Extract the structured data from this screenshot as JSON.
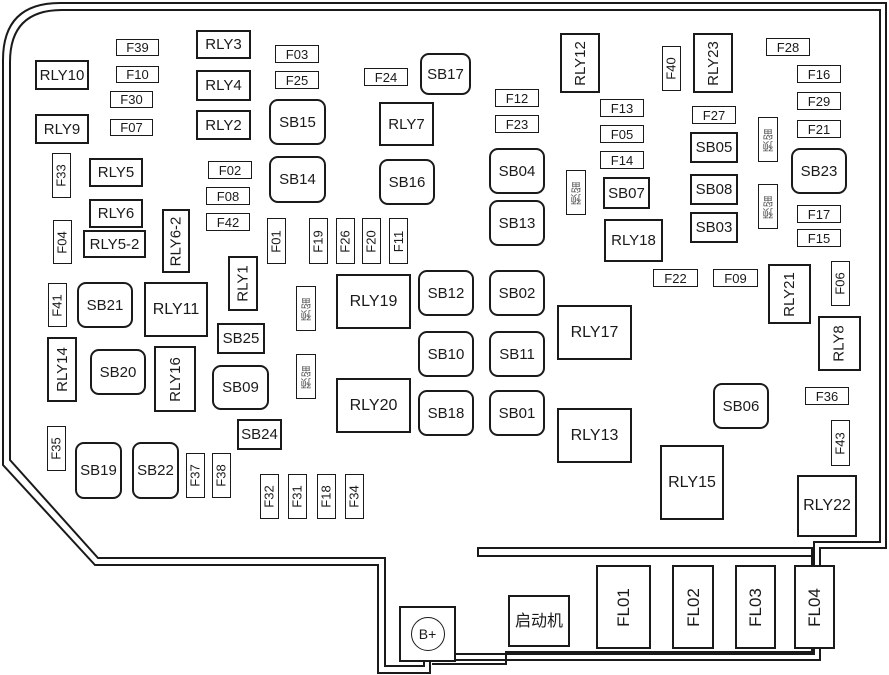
{
  "diagram": {
    "title": "",
    "colors": {
      "line": "#1a1a1a",
      "background": "#ffffff",
      "reserved_text": "#555555"
    },
    "reserved_label": "预留",
    "relays": {
      "RLY1": "RLY1",
      "RLY2": "RLY2",
      "RLY3": "RLY3",
      "RLY4": "RLY4",
      "RLY5": "RLY5",
      "RLY5_2": "RLY5-2",
      "RLY6": "RLY6",
      "RLY6_2": "RLY6-2",
      "RLY7": "RLY7",
      "RLY8": "RLY8",
      "RLY9": "RLY9",
      "RLY10": "RLY10",
      "RLY11": "RLY11",
      "RLY12": "RLY12",
      "RLY13": "RLY13",
      "RLY14": "RLY14",
      "RLY15": "RLY15",
      "RLY16": "RLY16",
      "RLY17": "RLY17",
      "RLY18": "RLY18",
      "RLY19": "RLY19",
      "RLY20": "RLY20",
      "RLY21": "RLY21",
      "RLY22": "RLY22",
      "RLY23": "RLY23"
    },
    "fuses": {
      "F01": "F01",
      "F02": "F02",
      "F03": "F03",
      "F04": "F04",
      "F05": "F05",
      "F06": "F06",
      "F07": "F07",
      "F08": "F08",
      "F09": "F09",
      "F10": "F10",
      "F11": "F11",
      "F12": "F12",
      "F13": "F13",
      "F14": "F14",
      "F15": "F15",
      "F16": "F16",
      "F17": "F17",
      "F18": "F18",
      "F19": "F19",
      "F20": "F20",
      "F21": "F21",
      "F22": "F22",
      "F23": "F23",
      "F24": "F24",
      "F25": "F25",
      "F26": "F26",
      "F27": "F27",
      "F28": "F28",
      "F29": "F29",
      "F30": "F30",
      "F31": "F31",
      "F32": "F32",
      "F33": "F33",
      "F34": "F34",
      "F35": "F35",
      "F36": "F36",
      "F37": "F37",
      "F38": "F38",
      "F39": "F39",
      "F40": "F40",
      "F41": "F41",
      "F42": "F42",
      "F43": "F43"
    },
    "slow_blow": {
      "SB01": "SB01",
      "SB02": "SB02",
      "SB03": "SB03",
      "SB04": "SB04",
      "SB05": "SB05",
      "SB06": "SB06",
      "SB07": "SB07",
      "SB08": "SB08",
      "SB09": "SB09",
      "SB10": "SB10",
      "SB11": "SB11",
      "SB12": "SB12",
      "SB13": "SB13",
      "SB14": "SB14",
      "SB15": "SB15",
      "SB16": "SB16",
      "SB17": "SB17",
      "SB18": "SB18",
      "SB19": "SB19",
      "SB20": "SB20",
      "SB21": "SB21",
      "SB22": "SB22",
      "SB23": "SB23",
      "SB24": "SB24",
      "SB25": "SB25"
    },
    "fusible_links": {
      "FL01": "FL01",
      "FL02": "FL02",
      "FL03": "FL03",
      "FL04": "FL04"
    },
    "terminals": {
      "battery_positive": "B+",
      "starter": "启动机"
    }
  }
}
